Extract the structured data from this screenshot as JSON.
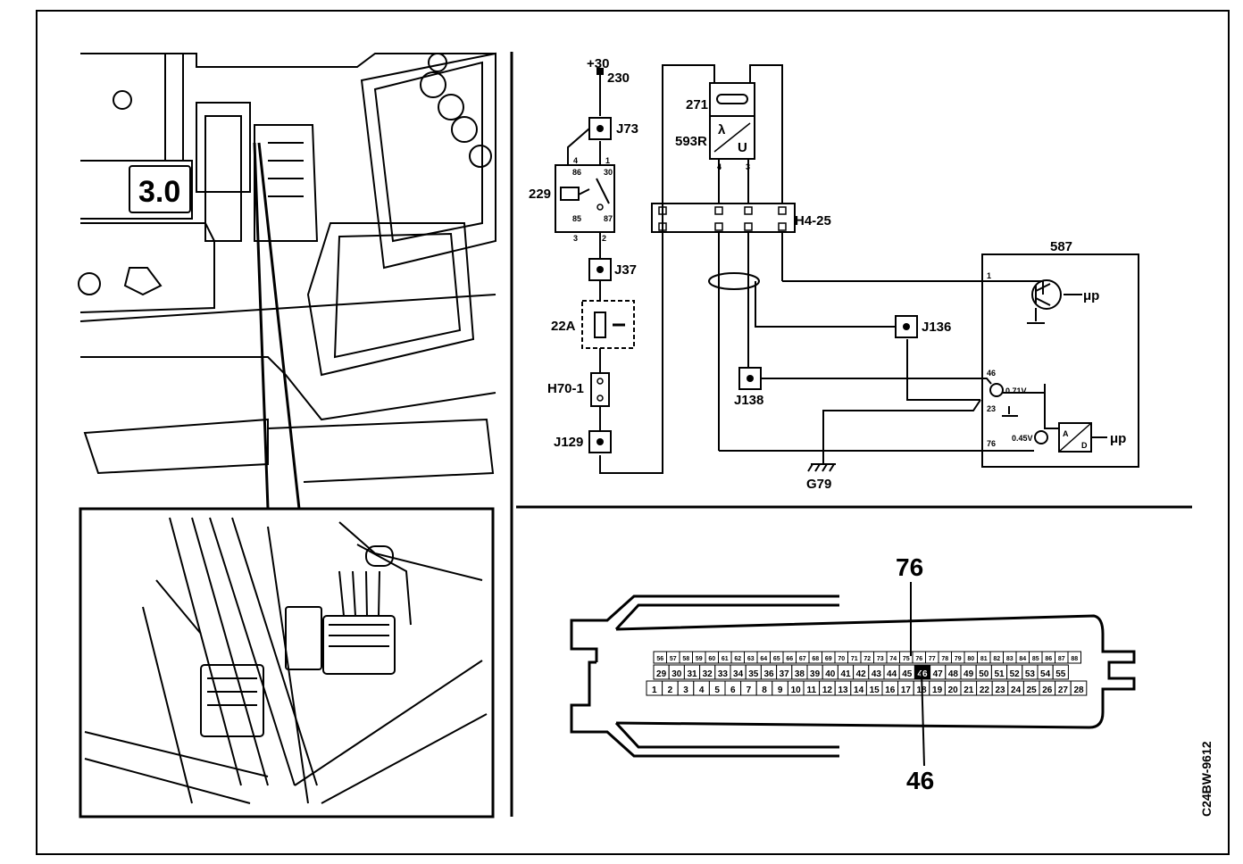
{
  "figure_code": "C24BW-9612",
  "wiring": {
    "supply_label": "+30",
    "supply_wire": "230",
    "junctions": [
      "J73",
      "J37",
      "J129",
      "J136",
      "J138"
    ],
    "relay": {
      "id": "229",
      "pins": [
        "4",
        "1",
        "86",
        "30",
        "85",
        "87",
        "3",
        "2"
      ]
    },
    "fuse": {
      "id": "22A"
    },
    "connector_h70": {
      "id": "H70-1"
    },
    "connector_h4": {
      "id": "H4-25"
    },
    "sensor_heater_id": "271",
    "sensor_id": "593R",
    "sensor_symbols": {
      "lambda": "λ",
      "voltage": "U"
    },
    "sensor_pins": [
      "4",
      "3"
    ],
    "ground": "G79",
    "ecu": {
      "id": "587",
      "pin_labels": [
        "1",
        "46",
        "23",
        "76"
      ],
      "voltage_upper": "0.71V",
      "voltage_lower": "0.45V",
      "converter": {
        "in": "A",
        "out": "D"
      },
      "output_label": "μp"
    }
  },
  "connector_view": {
    "callout_top": "76",
    "callout_bottom": "46",
    "row_bottom": [
      "1",
      "2",
      "3",
      "4",
      "5",
      "6",
      "7",
      "8",
      "9",
      "10",
      "11",
      "12",
      "13",
      "14",
      "15",
      "16",
      "17",
      "18",
      "19",
      "20",
      "21",
      "22",
      "23",
      "24",
      "25",
      "26",
      "27",
      "28"
    ],
    "row_middle": [
      "29",
      "30",
      "31",
      "32",
      "33",
      "34",
      "35",
      "36",
      "37",
      "38",
      "39",
      "40",
      "41",
      "42",
      "43",
      "44",
      "45",
      "46",
      "47",
      "48",
      "49",
      "50",
      "51",
      "52",
      "53",
      "54",
      "55"
    ],
    "row_top": [
      "56",
      "57",
      "58",
      "59",
      "60",
      "61",
      "62",
      "63",
      "64",
      "65",
      "66",
      "67",
      "68",
      "69",
      "70",
      "71",
      "72",
      "73",
      "74",
      "75",
      "76",
      "77",
      "78",
      "79",
      "80",
      "81",
      "82",
      "83",
      "84",
      "85",
      "86",
      "87",
      "88"
    ],
    "highlighted_pin": "46"
  },
  "photos": {
    "engine_badge": "3.0"
  }
}
